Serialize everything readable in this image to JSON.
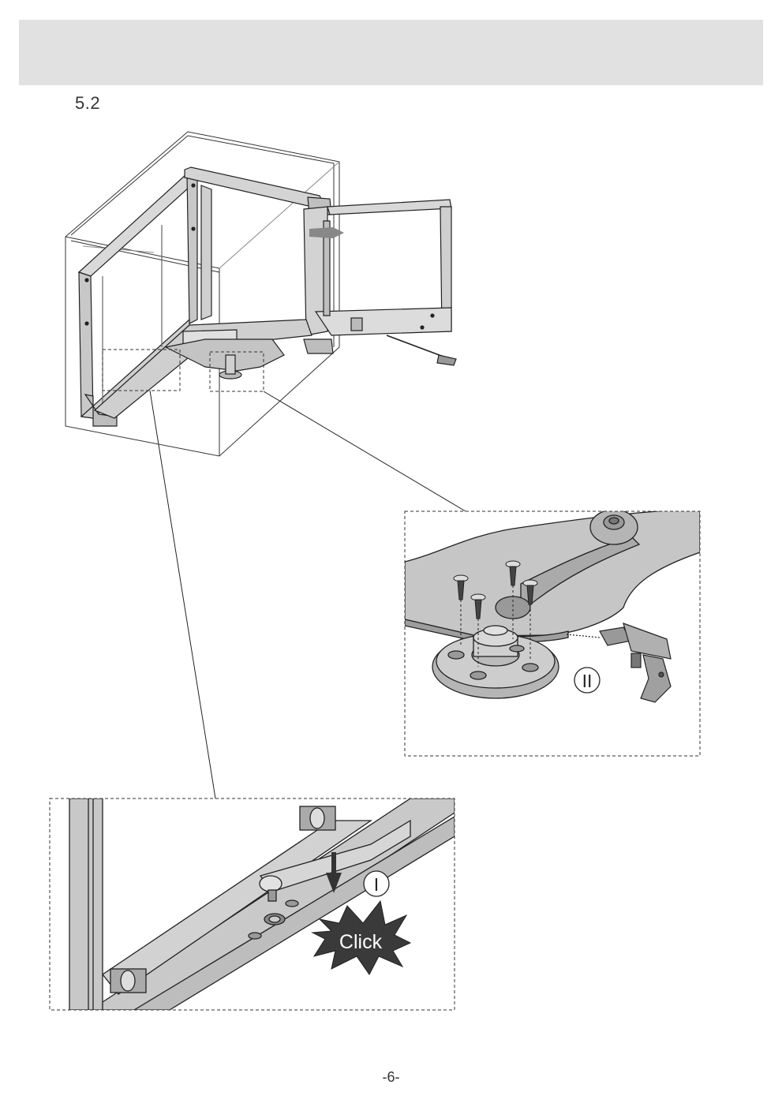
{
  "header": {
    "background": "#e1e1e1"
  },
  "step": {
    "number": "5.2"
  },
  "detail_top": {
    "marker": "II",
    "tool": "drill-icon"
  },
  "detail_bottom": {
    "marker": "I",
    "burst_text": "Click"
  },
  "footer": {
    "page_number": "-6-"
  }
}
